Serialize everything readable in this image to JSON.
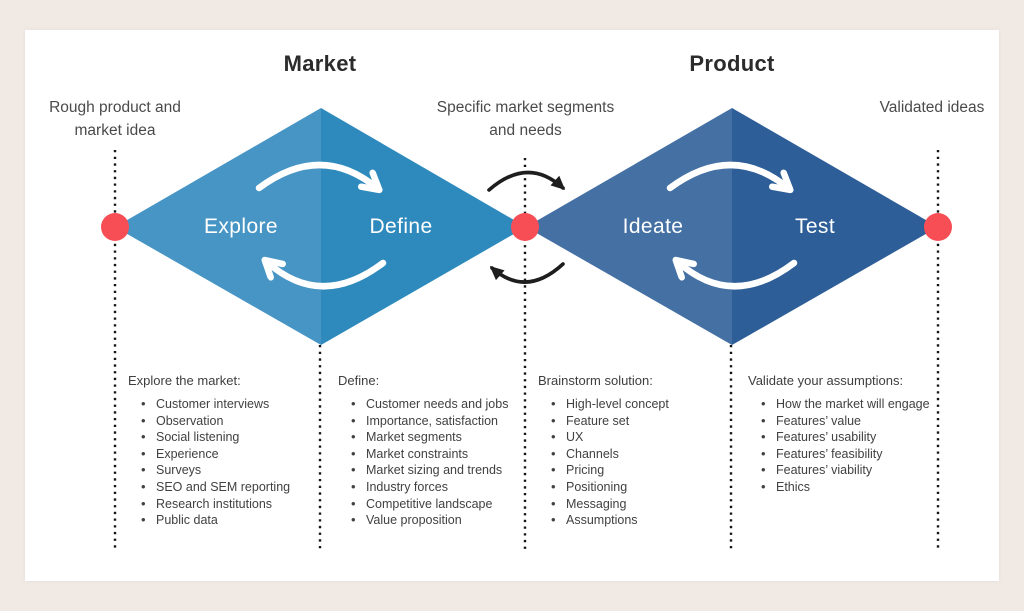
{
  "phases": [
    {
      "title": "Market",
      "stages": [
        "Explore",
        "Define"
      ]
    },
    {
      "title": "Product",
      "stages": [
        "Ideate",
        "Test"
      ]
    }
  ],
  "milestones": [
    "Rough product and market idea",
    "Specific market segments and needs",
    "Validated ideas"
  ],
  "columns": [
    {
      "heading": "Explore the market:",
      "items": [
        "Customer interviews",
        "Observation",
        "Social listening",
        "Experience",
        "Surveys",
        "SEO and SEM reporting",
        "Research institutions",
        "Public data"
      ]
    },
    {
      "heading": "Define:",
      "items": [
        "Customer needs and jobs",
        "Importance, satisfaction",
        "Market segments",
        "Market constraints",
        "Market sizing and trends",
        "Industry forces",
        "Competitive landscape",
        "Value proposition"
      ]
    },
    {
      "heading": "Brainstorm solution:",
      "items": [
        "High-level concept",
        "Feature set",
        "UX",
        "Channels",
        "Pricing",
        "Positioning",
        "Messaging",
        "Assumptions"
      ]
    },
    {
      "heading": "Validate your assumptions:",
      "items": [
        "How the market will engage",
        "Features’ value",
        "Features’ usability",
        "Features’ feasibility",
        "Features’ viability",
        "Ethics"
      ]
    }
  ],
  "colors": {
    "background_cream": "#f1eae4",
    "canvas_white": "#ffffff",
    "market_diamond_left": "#4795c4",
    "market_diamond_right": "#2e8abd",
    "product_diamond_left": "#4470a4",
    "product_diamond_right": "#2d5e97",
    "milestone_dot_red": "#f74e55",
    "text_dark": "#414141",
    "title_black": "#2b2b2b"
  },
  "icons": {
    "cycle_arrows_white": "circular-iteration-arrows",
    "cycle_arrows_black": "feedback-loop-arrows",
    "milestone_dot": "milestone-dot",
    "milestone_line": "dotted-milestone-line"
  }
}
